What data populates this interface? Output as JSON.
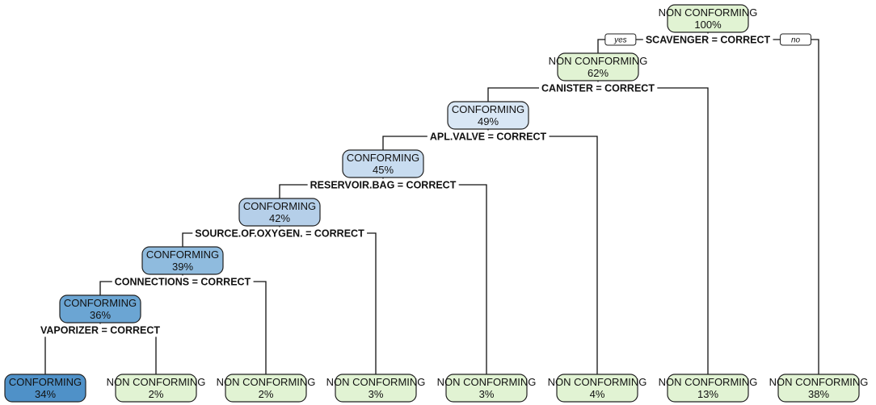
{
  "tree": {
    "branch_labels": {
      "yes": "yes",
      "no": "no"
    },
    "colors": {
      "non_conforming": "#e1f3d3",
      "conforming": {
        "49%": "#d9e7f5",
        "45%": "#c8dcf0",
        "42%": "#b5cfe9",
        "39%": "#8fbbde",
        "36%": "#6ba5d3",
        "34%": "#4f91c8"
      },
      "line": "#111111"
    },
    "nodes": [
      {
        "id": "root",
        "label": "NON CONFORMING",
        "pct": "100%",
        "class": "non_conforming"
      },
      {
        "id": "n2",
        "label": "NON CONFORMING",
        "pct": "62%",
        "class": "non_conforming"
      },
      {
        "id": "n3",
        "label": "CONFORMING",
        "pct": "49%",
        "class": "conforming"
      },
      {
        "id": "n4",
        "label": "CONFORMING",
        "pct": "45%",
        "class": "conforming"
      },
      {
        "id": "n5",
        "label": "CONFORMING",
        "pct": "42%",
        "class": "conforming"
      },
      {
        "id": "n6",
        "label": "CONFORMING",
        "pct": "39%",
        "class": "conforming"
      },
      {
        "id": "n7",
        "label": "CONFORMING",
        "pct": "36%",
        "class": "conforming"
      },
      {
        "id": "l1",
        "label": "CONFORMING",
        "pct": "34%",
        "class": "conforming"
      },
      {
        "id": "l2",
        "label": "NON CONFORMING",
        "pct": "2%",
        "class": "non_conforming"
      },
      {
        "id": "l3",
        "label": "NON CONFORMING",
        "pct": "2%",
        "class": "non_conforming"
      },
      {
        "id": "l4",
        "label": "NON CONFORMING",
        "pct": "3%",
        "class": "non_conforming"
      },
      {
        "id": "l5",
        "label": "NON CONFORMING",
        "pct": "3%",
        "class": "non_conforming"
      },
      {
        "id": "l6",
        "label": "NON CONFORMING",
        "pct": "4%",
        "class": "non_conforming"
      },
      {
        "id": "l7",
        "label": "NON CONFORMING",
        "pct": "13%",
        "class": "non_conforming"
      },
      {
        "id": "l8",
        "label": "NON CONFORMING",
        "pct": "38%",
        "class": "non_conforming"
      }
    ],
    "splits": [
      {
        "node": "root",
        "label": "SCAVENGER = CORRECT",
        "yes": "n2",
        "no": "l8"
      },
      {
        "node": "n2",
        "label": "CANISTER = CORRECT",
        "yes": "n3",
        "no": "l7"
      },
      {
        "node": "n3",
        "label": "APL.VALVE = CORRECT",
        "yes": "n4",
        "no": "l6"
      },
      {
        "node": "n4",
        "label": "RESERVOIR.BAG = CORRECT",
        "yes": "n5",
        "no": "l5"
      },
      {
        "node": "n5",
        "label": "SOURCE.OF.OXYGEN. = CORRECT",
        "yes": "n6",
        "no": "l4"
      },
      {
        "node": "n6",
        "label": "CONNECTIONS = CORRECT",
        "yes": "n7",
        "no": "l3"
      },
      {
        "node": "n7",
        "label": "VAPORIZER = CORRECT",
        "yes": "l1",
        "no": "l2"
      }
    ]
  }
}
